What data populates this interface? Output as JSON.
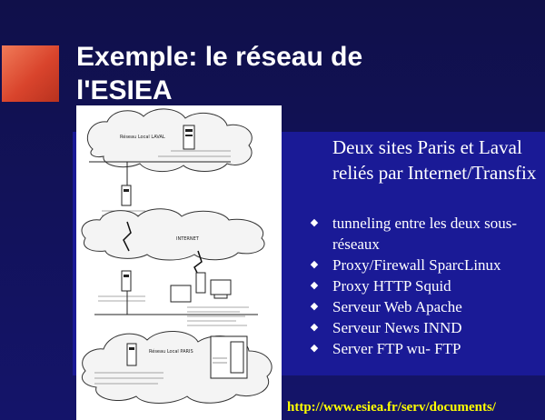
{
  "title": "Exemple: le réseau de l'ESIEA",
  "intro": "Deux sites Paris et Laval reliés par Internet/Transfix",
  "bullets": [
    "tunneling entre les deux sous- réseaux",
    "Proxy/Firewall SparcLinux",
    "Proxy HTTP Squid",
    "Serveur Web Apache",
    "Serveur News INND",
    "Server FTP wu- FTP"
  ],
  "url": "http://www.esiea.fr/serv/documents/",
  "colors": {
    "background": "#14146a",
    "panel": "#1a1a96",
    "accent": "#d9442c",
    "url": "#ffff00",
    "text": "#ffffff"
  },
  "icons": {
    "bullet": "diamond-bullet-icon"
  },
  "diagram": {
    "top_network": "Réseau Local LAVAL",
    "internet": "INTERNET",
    "bottom_network": "Réseau Local PARIS"
  }
}
